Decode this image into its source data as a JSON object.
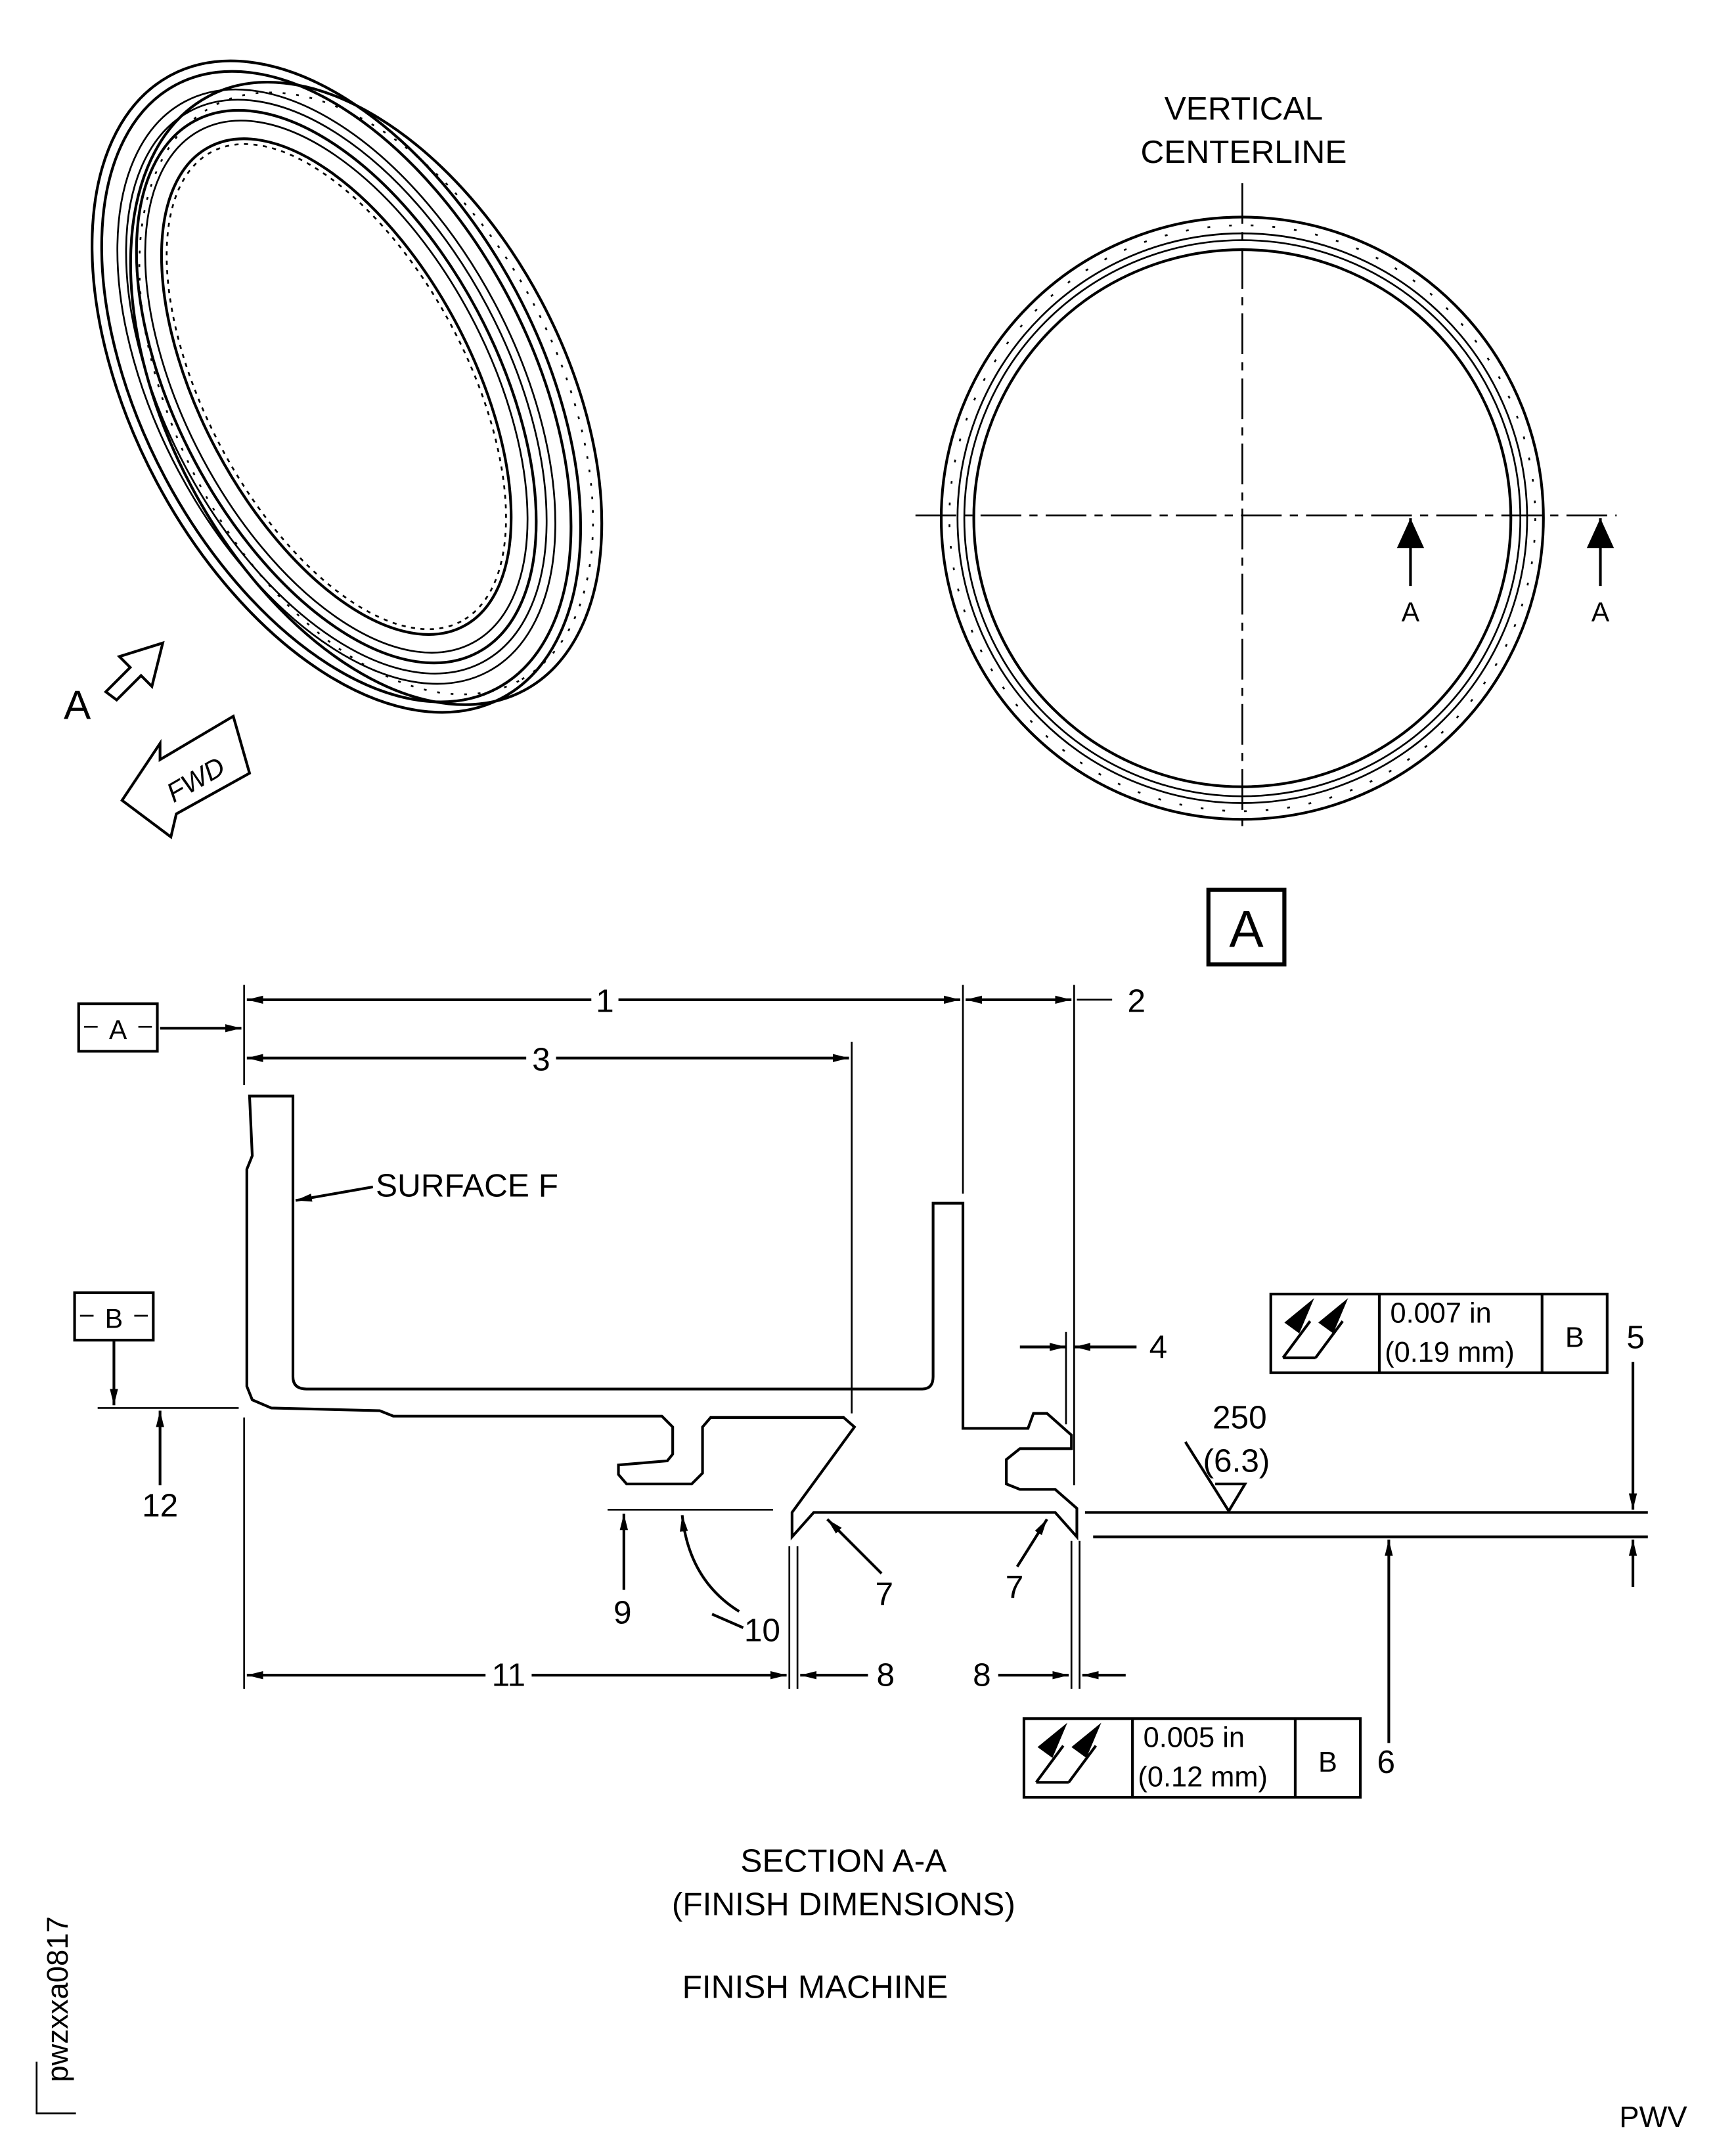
{
  "iso_view": {
    "view_label": "A",
    "fwd_label": "FWD"
  },
  "end_view": {
    "title_line1": "VERTICAL",
    "title_line2": "CENTERLINE",
    "section_left": "A",
    "section_right": "A",
    "view_box_label": "A"
  },
  "section": {
    "datum_a": "A",
    "datum_b": "B",
    "surface_label": "SURFACE F",
    "callouts": [
      "1",
      "2",
      "3",
      "4",
      "5",
      "6",
      "7",
      "7",
      "8",
      "8",
      "9",
      "10",
      "11",
      "12"
    ],
    "roughness_value": "250",
    "roughness_metric": "(6.3)",
    "fcf_top": {
      "tolerance_in": "0.007 in",
      "tolerance_mm": "(0.19 mm)",
      "datum": "B",
      "symbol": "total-runout-icon"
    },
    "fcf_bottom": {
      "tolerance_in": "0.005 in",
      "tolerance_mm": "(0.12 mm)",
      "datum": "B",
      "symbol": "total-runout-icon"
    },
    "title_line1": "SECTION A-A",
    "title_line2": "(FINISH DIMENSIONS)",
    "subtitle": "FINISH MACHINE"
  },
  "figure_id": "pwzxxa0817",
  "footer_code": "PWV"
}
